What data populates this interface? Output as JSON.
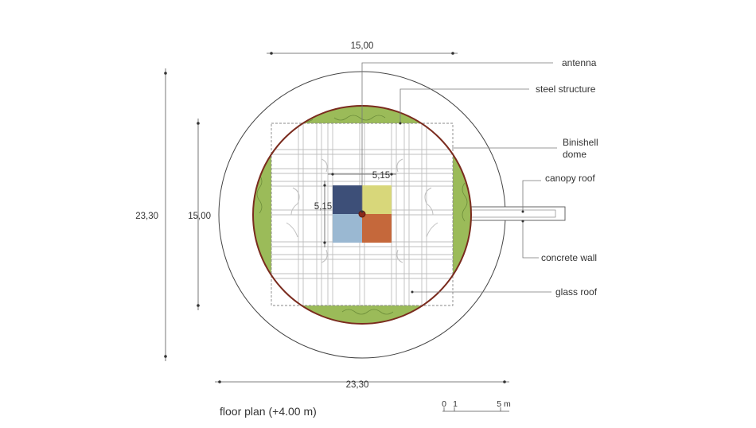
{
  "labels": {
    "antenna": "antenna",
    "steel_structure": "steel structure",
    "binishell_line1": "Binishell",
    "binishell_line2": "dome",
    "canopy_roof": "canopy roof",
    "concrete_wall": "concrete wall",
    "glass_roof": "glass roof"
  },
  "dimensions": {
    "top_width": "15,00",
    "left_outer_height": "23,30",
    "left_inner_height": "15,00",
    "bottom_width": "23,30",
    "core_width": "5,15",
    "core_height": "5,15"
  },
  "caption": "floor plan (+4.00 m)",
  "scale_bar": {
    "zero": "0",
    "one": "1",
    "five": "5 m"
  },
  "colors": {
    "green_fill": "#9bbb59",
    "dome_outline": "#7a2b1e",
    "tile_top_left": "#3d4f78",
    "tile_top_right": "#d8d77a",
    "tile_bottom_left": "#9ab8d2",
    "tile_bottom_right": "#c5683b"
  }
}
